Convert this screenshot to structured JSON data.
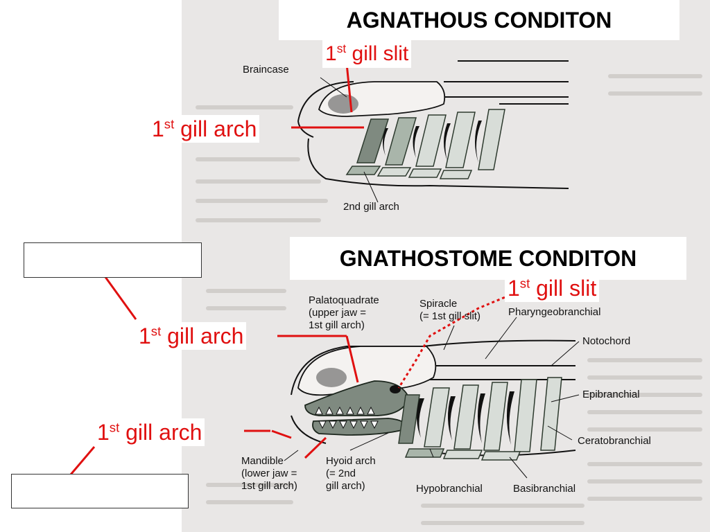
{
  "colors": {
    "page_background": "#e9e7e6",
    "text_ghost": "#b9b5b2",
    "accent_red": "#e01010",
    "jaw_gray": "#7f8a80",
    "gill_light": "#d8ddd8",
    "gill_mid": "#a9b5aa"
  },
  "titles": {
    "agnathous": "AGNATHOUS CONDITON",
    "gnathostome": "GNATHOSTOME CONDITON"
  },
  "red_labels": {
    "top_gill_slit_num": "1",
    "top_gill_slit_sup": "st",
    "top_gill_slit_text": " gill slit",
    "top_gill_arch_num": "1",
    "top_gill_arch_sup": "st",
    "top_gill_arch_text": " gill arch",
    "bottom_gill_slit_num": "1",
    "bottom_gill_slit_sup": "st",
    "bottom_gill_slit_text": " gill slit",
    "mid_gill_arch_num": "1",
    "mid_gill_arch_sup": "st",
    "mid_gill_arch_text": " gill arch",
    "low_gill_arch_num": "1",
    "low_gill_arch_sup": "st",
    "low_gill_arch_text": " gill arch"
  },
  "diagram_labels": {
    "braincase": "Braincase",
    "second_gill_arch": "2nd gill arch",
    "palatoquadrate": "Palatoquadrate",
    "palatoquadrate_2": "(upper jaw =",
    "palatoquadrate_3": "1st gill arch)",
    "spiracle": "Spiracle",
    "spiracle_2": "(= 1st gill slit)",
    "pharyngeobranchial": "Pharyngeobranchial",
    "notochord": "Notochord",
    "epibranchial": "Epibranchial",
    "ceratobranchial": "Ceratobranchial",
    "mandible": "Mandible",
    "mandible_2": "(lower jaw =",
    "mandible_3": "1st gill arch)",
    "hyoid_arch": "Hyoid arch",
    "hyoid_arch_2": "(= 2nd",
    "hyoid_arch_3": "gill arch)",
    "hypobranchial": "Hypobranchial",
    "basibranchial": "Basibranchial"
  },
  "blank_boxes": {
    "upper": "",
    "lower": ""
  }
}
